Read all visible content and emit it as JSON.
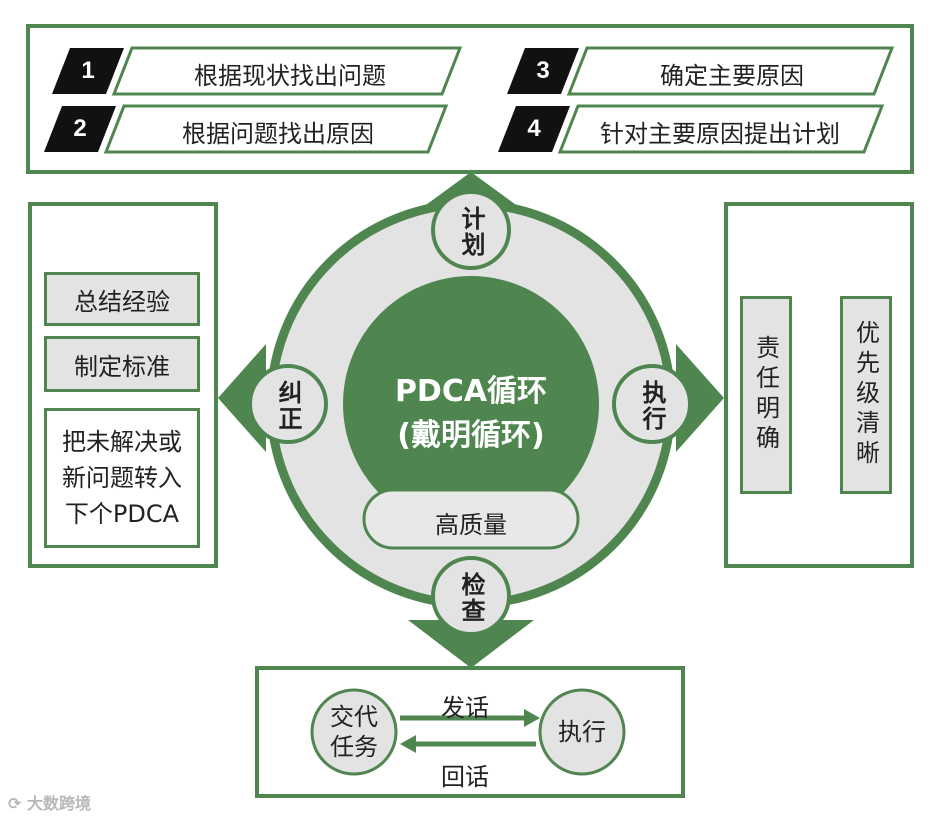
{
  "plan_steps": [
    {
      "num": "1",
      "label": "根据现状找出问题"
    },
    {
      "num": "2",
      "label": "根据问题找出原因"
    },
    {
      "num": "3",
      "label": "确定主要原因"
    },
    {
      "num": "4",
      "label": "针对主要原因提出计划"
    }
  ],
  "center": {
    "title_line1": "PDCA循环",
    "title_line2": "(戴明循环)",
    "quality": "高质量"
  },
  "stages": {
    "plan": "计划",
    "do": "执行",
    "check": "检查",
    "act": "纠正"
  },
  "act_panel": {
    "items": [
      "总结经验",
      "制定标准"
    ],
    "note": [
      "把未解决或",
      "新问题转入",
      "下个PDCA"
    ]
  },
  "do_panel": {
    "items": [
      "责任明确",
      "优先级清晰"
    ]
  },
  "check_panel": {
    "left_node": [
      "交代",
      "任务"
    ],
    "right_node": "执行",
    "forward_label": "发话",
    "back_label": "回话"
  },
  "watermark": "大数跨境",
  "colors": {
    "green": "#4f8650",
    "dark_green": "#3f7a44",
    "grey": "#e3e3e3",
    "black": "#111111"
  }
}
